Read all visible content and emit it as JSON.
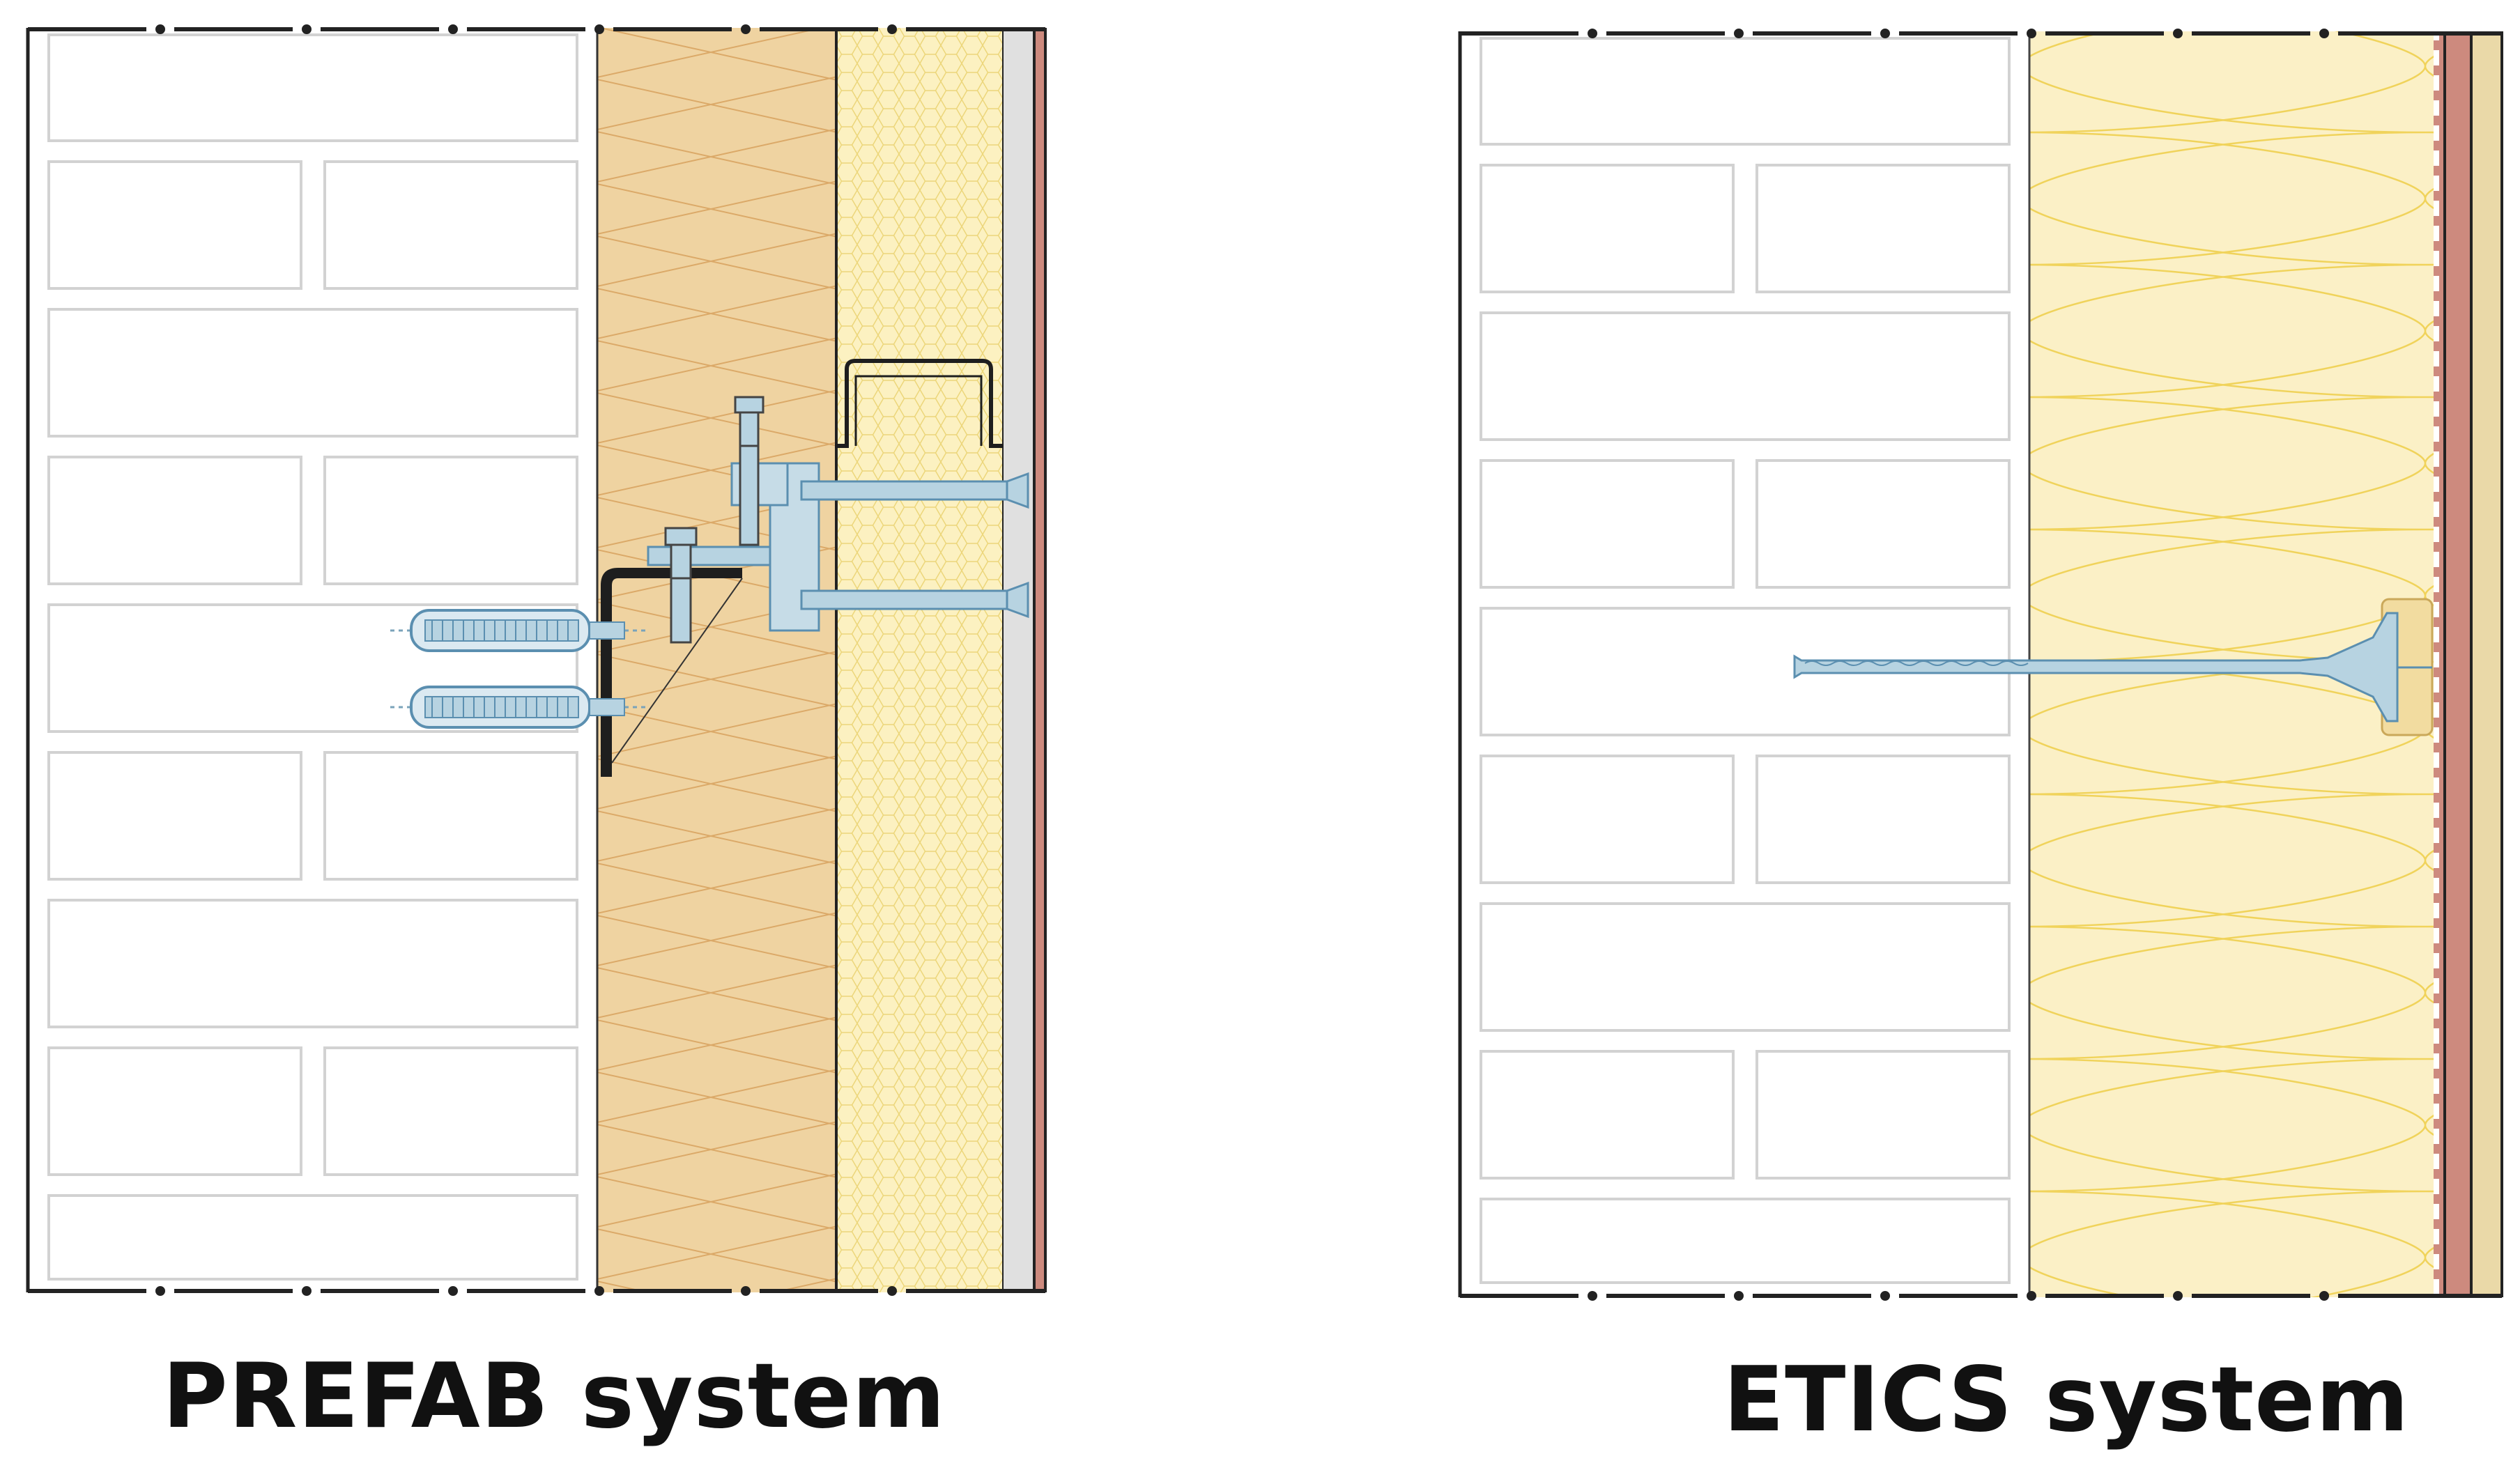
{
  "panels": [
    {
      "id": "prefab",
      "caption": "PREFAB system"
    },
    {
      "id": "etics",
      "caption": "ETICS system"
    }
  ],
  "colors": {
    "masonry_joint": "#d2d2d2",
    "wood_wool_insulation": "#efd3a1",
    "foam_insulation": "#fcf1c1",
    "mineral_wool_insulation": "#fbf0c6",
    "render_red": "#cd8a7e",
    "render_grey": "#e0e0e0",
    "finish_beige": "#ead9a8",
    "metal_fixing": "#b7d3e1",
    "steel_angle": "#222222"
  }
}
